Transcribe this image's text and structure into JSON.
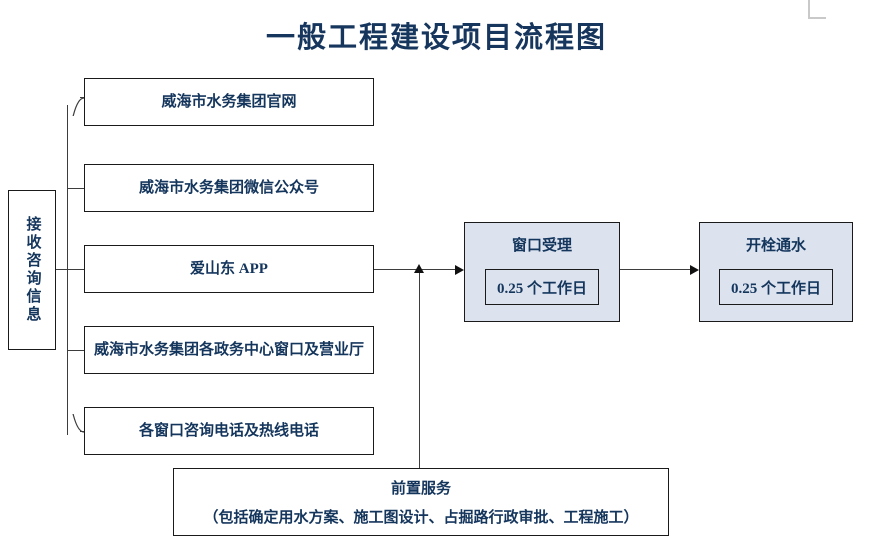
{
  "title": "一般工程建设项目流程图",
  "source": {
    "label": "接收咨询信息"
  },
  "channels": [
    {
      "label": "威海市水务集团官网"
    },
    {
      "label": "威海市水务集团微信公众号"
    },
    {
      "label": "爱山东 APP"
    },
    {
      "label": "威海市水务集团各政务中心窗口及营业厅"
    },
    {
      "label": "各窗口咨询电话及热线电话"
    }
  ],
  "process": [
    {
      "heading": "窗口受理",
      "duration": "0.25 个工作日"
    },
    {
      "heading": "开栓通水",
      "duration": "0.25 个工作日"
    }
  ],
  "pre_service": {
    "heading": "前置服务",
    "detail": "（包括确定用水方案、施工图设计、占掘路行政审批、工程施工）"
  },
  "colors": {
    "title_text": "#17365d",
    "box_text": "#14355c",
    "box_border": "#1a1a1a",
    "process_fill": "#dce3ef",
    "connector": "#3d3d3d",
    "crop_mark": "#c9c9c9",
    "page_background": "#ffffff"
  }
}
